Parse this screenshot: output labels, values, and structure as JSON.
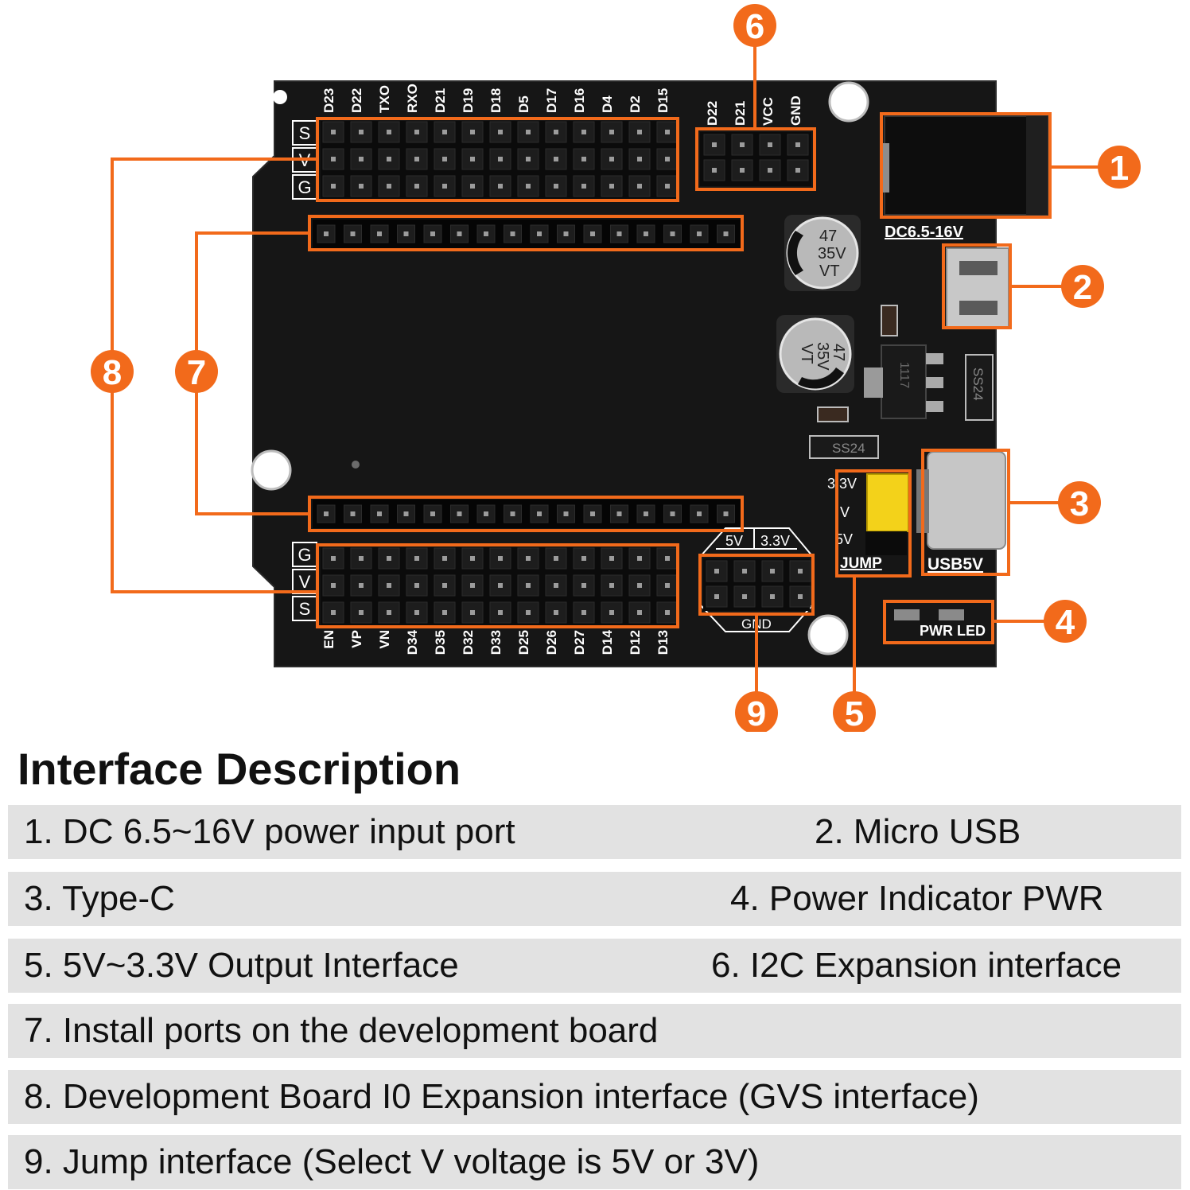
{
  "board": {
    "top_pin_labels": [
      "D23",
      "D22",
      "TXO",
      "RXO",
      "D21",
      "D19",
      "D18",
      "D5",
      "D17",
      "D16",
      "D4",
      "D2",
      "D15"
    ],
    "bottom_pin_labels": [
      "EN",
      "VP",
      "VN",
      "D34",
      "D35",
      "D32",
      "D33",
      "D25",
      "D26",
      "D27",
      "D14",
      "D12",
      "D13"
    ],
    "i2c_labels": [
      "D22",
      "D21",
      "VCC",
      "GND"
    ],
    "top_row_side_labels": [
      "S",
      "V",
      "G"
    ],
    "bottom_row_side_labels": [
      "G",
      "V",
      "S"
    ],
    "dc_label": "DC6.5-16V",
    "cap1_text": [
      "47",
      "35V",
      "VT"
    ],
    "cap2_text": [
      "47",
      "35V",
      "VT"
    ],
    "diode_label": "SS24",
    "diode2_label": "SS24",
    "regulator_text": "1117",
    "jump_label": "JUMP",
    "jump_voltages": [
      "3.3V",
      "V",
      "5V"
    ],
    "usb5v_label": "USB5V",
    "pwr_led_label": "PWR LED",
    "selector_labels": [
      "5V",
      "3.3V"
    ],
    "selector_gnd": "GND"
  },
  "callouts": [
    "1",
    "2",
    "3",
    "4",
    "5",
    "6",
    "7",
    "8",
    "9"
  ],
  "colors": {
    "accent": "#f26a1b",
    "board": "#161616",
    "row_bg": "#e2e2e2"
  },
  "description": {
    "heading": "Interface Description",
    "rows": [
      [
        "1. DC 6.5~16V power input port",
        "2. Micro USB"
      ],
      [
        "3. Type-C",
        "4. Power Indicator PWR"
      ],
      [
        "5. 5V~3.3V Output Interface",
        "6. I2C Expansion interface"
      ],
      [
        "7. Install ports on the development board"
      ],
      [
        "8. Development Board I0 Expansion interface (GVS interface)"
      ],
      [
        "9. Jump interface (Select V voltage is 5V or 3V)"
      ]
    ]
  }
}
